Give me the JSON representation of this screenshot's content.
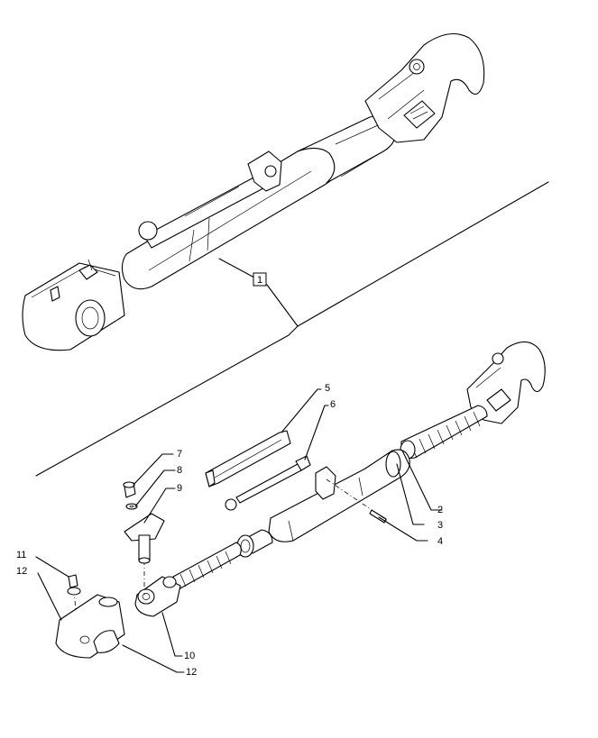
{
  "diagram": {
    "callout_box": "1",
    "callouts": [
      "2",
      "3",
      "4",
      "5",
      "6",
      "7",
      "8",
      "9",
      "10",
      "11",
      "12",
      "12"
    ]
  }
}
